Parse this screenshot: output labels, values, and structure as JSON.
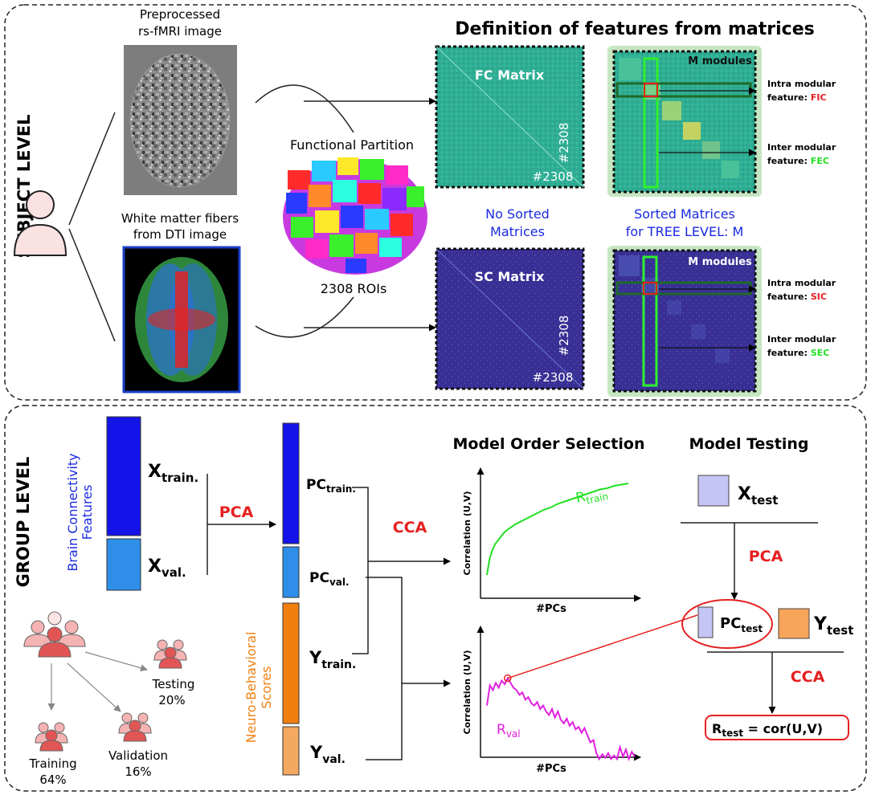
{
  "subject_level": {
    "section_label": "SUBJECT LEVEL",
    "title": "Definition of features from matrices",
    "rsfmri_caption_1": "Preprocessed",
    "rsfmri_caption_2": "rs-fMRI image",
    "dti_caption_1": "White matter fibers",
    "dti_caption_2": "from DTI image",
    "partition_label": "Functional Partition",
    "rois_label": "2308 ROIs",
    "fc_matrix": {
      "title": "FC Matrix",
      "dim_vertical": "#2308",
      "dim_horizontal": "#2308"
    },
    "sc_matrix": {
      "title": "SC Matrix",
      "dim_vertical": "#2308",
      "dim_horizontal": "#2308"
    },
    "no_sorted_1": "No Sorted",
    "no_sorted_2": "Matrices",
    "sorted_1": "Sorted Matrices",
    "sorted_2": "for TREE LEVEL: M",
    "modules_label_fc": "M modules",
    "modules_label_sc": "M modules",
    "intra_fc": {
      "line1": "Intra modular",
      "prefix": "feature: ",
      "code": "FIC"
    },
    "inter_fc": {
      "line1": "Inter modular",
      "prefix": "feature: ",
      "code": "FEC"
    },
    "intra_sc": {
      "line1": "Intra modular",
      "prefix": "feature: ",
      "code": "SIC"
    },
    "inter_sc": {
      "line1": "Inter modular",
      "prefix": "feature: ",
      "code": "SEC"
    }
  },
  "group_level": {
    "section_label": "GROUP LEVEL",
    "brain_features_1": "Brain Connectivity",
    "brain_features_2": "Features",
    "neuro_scores_1": "Neuro-Behavioral",
    "neuro_scores_2": "Scores",
    "x_train": {
      "base": "X",
      "sub": "train."
    },
    "x_val": {
      "base": "X",
      "sub": "val."
    },
    "pc_train": {
      "base": "PC",
      "sub": "train."
    },
    "pc_val": {
      "base": "PC",
      "sub": "val."
    },
    "y_train": {
      "base": "Y",
      "sub": "train."
    },
    "y_val": {
      "base": "Y",
      "sub": "val."
    },
    "pca_label": "PCA",
    "cca_label": "CCA",
    "model_order_title": "Model Order Selection",
    "model_testing_title": "Model Testing",
    "x_test": {
      "base": "X",
      "sub": "test"
    },
    "pc_test": {
      "base": "PC",
      "sub": "test"
    },
    "y_test": {
      "base": "Y",
      "sub": "test"
    },
    "test_pca_label": "PCA",
    "test_cca_label": "CCA",
    "r_test": {
      "base": "R",
      "sub": "test",
      "rest": " =  cor(U,V)"
    },
    "splits": {
      "testing": {
        "label": "Testing",
        "pct": "20%"
      },
      "training": {
        "label": "Training",
        "pct": "64%"
      },
      "validation": {
        "label": "Validation",
        "pct": "16%"
      }
    }
  },
  "chart_data": [
    {
      "type": "line",
      "name_label": {
        "base": "R",
        "sub": "train"
      },
      "xlabel": "#PCs",
      "ylabel": "Correlation (U,V)",
      "series": [
        {
          "name": "R_train",
          "color": "#22e022",
          "x": [
            0,
            2,
            4,
            6,
            8,
            10,
            12,
            15,
            20,
            25,
            30,
            35,
            40,
            45,
            50,
            55,
            60,
            65,
            70,
            75,
            80,
            85,
            90,
            95,
            100
          ],
          "y": [
            0.16,
            0.3,
            0.37,
            0.42,
            0.45,
            0.48,
            0.51,
            0.54,
            0.58,
            0.61,
            0.64,
            0.67,
            0.7,
            0.72,
            0.75,
            0.77,
            0.79,
            0.81,
            0.83,
            0.85,
            0.87,
            0.88,
            0.9,
            0.91,
            0.92
          ]
        }
      ],
      "xlim": [
        0,
        100
      ],
      "ylim": [
        0,
        1
      ]
    },
    {
      "type": "line",
      "name_label": {
        "base": "R",
        "sub": "val"
      },
      "xlabel": "#PCs",
      "ylabel": "Correlation (U,V)",
      "series": [
        {
          "name": "R_val",
          "color": "#e020e0",
          "x": [
            0,
            2,
            4,
            6,
            8,
            10,
            12,
            14,
            16,
            18,
            20,
            22,
            24,
            26,
            28,
            30,
            32,
            34,
            36,
            38,
            40,
            42,
            44,
            46,
            48,
            50,
            52,
            54,
            56,
            58,
            60,
            62,
            64,
            66,
            68,
            70,
            72,
            74,
            76,
            78,
            80,
            82,
            84,
            86,
            88,
            90,
            92,
            94,
            96,
            98,
            100
          ],
          "y": [
            0.55,
            0.72,
            0.68,
            0.74,
            0.7,
            0.76,
            0.73,
            0.78,
            0.74,
            0.7,
            0.68,
            0.64,
            0.66,
            0.6,
            0.62,
            0.57,
            0.55,
            0.58,
            0.52,
            0.55,
            0.5,
            0.47,
            0.52,
            0.45,
            0.5,
            0.43,
            0.4,
            0.44,
            0.38,
            0.41,
            0.35,
            0.37,
            0.32,
            0.36,
            0.3,
            0.24,
            0.26,
            0.15,
            0.1,
            0.14,
            0.11,
            0.15,
            0.1,
            0.13,
            0.1,
            0.2,
            0.12,
            0.18,
            0.1,
            0.16,
            0.12
          ]
        }
      ],
      "xlim": [
        0,
        100
      ],
      "ylim": [
        0,
        1
      ],
      "highlight_point": {
        "x": 14,
        "y": 0.78
      }
    }
  ],
  "colors": {
    "red": "#e52020",
    "blue_text": "#1a2ae0",
    "orange_text": "#f07f10",
    "green": "#22e022",
    "magenta": "#e020e0",
    "fc_teal": "#2fae94",
    "sc_navy": "#3a2f95"
  },
  "icons": [
    "person-icon",
    "group-icon"
  ]
}
